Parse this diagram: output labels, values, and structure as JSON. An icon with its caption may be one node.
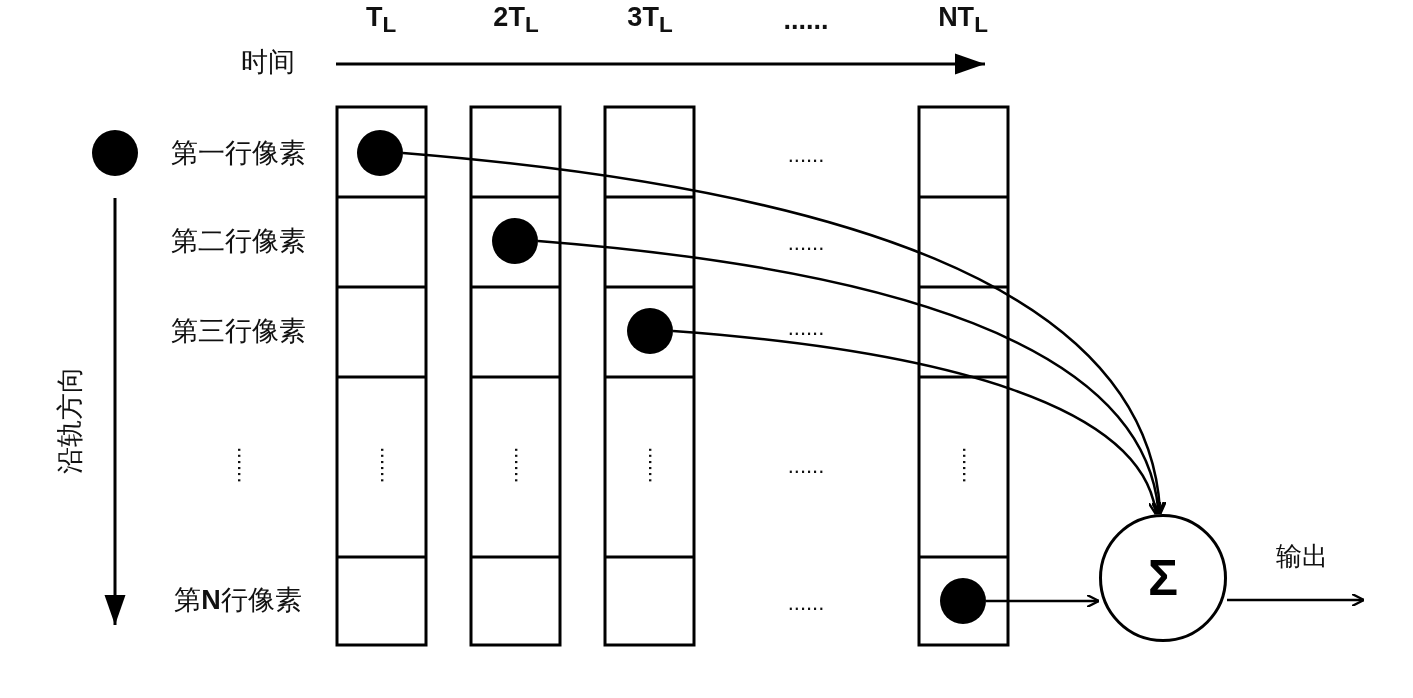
{
  "diagram": {
    "nodes": [
      {
        "text": [],
        "shape": "circle"
      },
      {
        "text": [],
        "shape": "circle"
      },
      {
        "text": [],
        "shape": "circle"
      },
      {
        "text": [],
        "shape": "circle"
      },
      {
        "text": [],
        "shape": "circle"
      },
      {
        "text": [
          "Σ"
        ]
      }
    ],
    "edges": [
      {
        "from": 1,
        "to": 5,
        "arrow": "to"
      },
      {
        "from": 2,
        "to": 5,
        "arrow": "to"
      },
      {
        "from": 3,
        "to": 5,
        "arrow": "to"
      },
      {
        "from": 4,
        "to": 5,
        "arrow": "to"
      },
      {
        "from": 5,
        "to": null,
        "arrow": "to",
        "label": "输出"
      }
    ],
    "labels": [
      "T$_{L}$",
      "2T$_{L}$",
      "3T$_{L}$",
      "......",
      "NT$_{L}$",
      "时间",
      "第一行像素",
      "......",
      "第二行像素",
      "......",
      "第三行像素",
      "......",
      "沿轨方向",
      "......",
      "......",
      "......",
      "......",
      "......",
      "......",
      "第**N**行像素",
      "......"
    ]
  }
}
